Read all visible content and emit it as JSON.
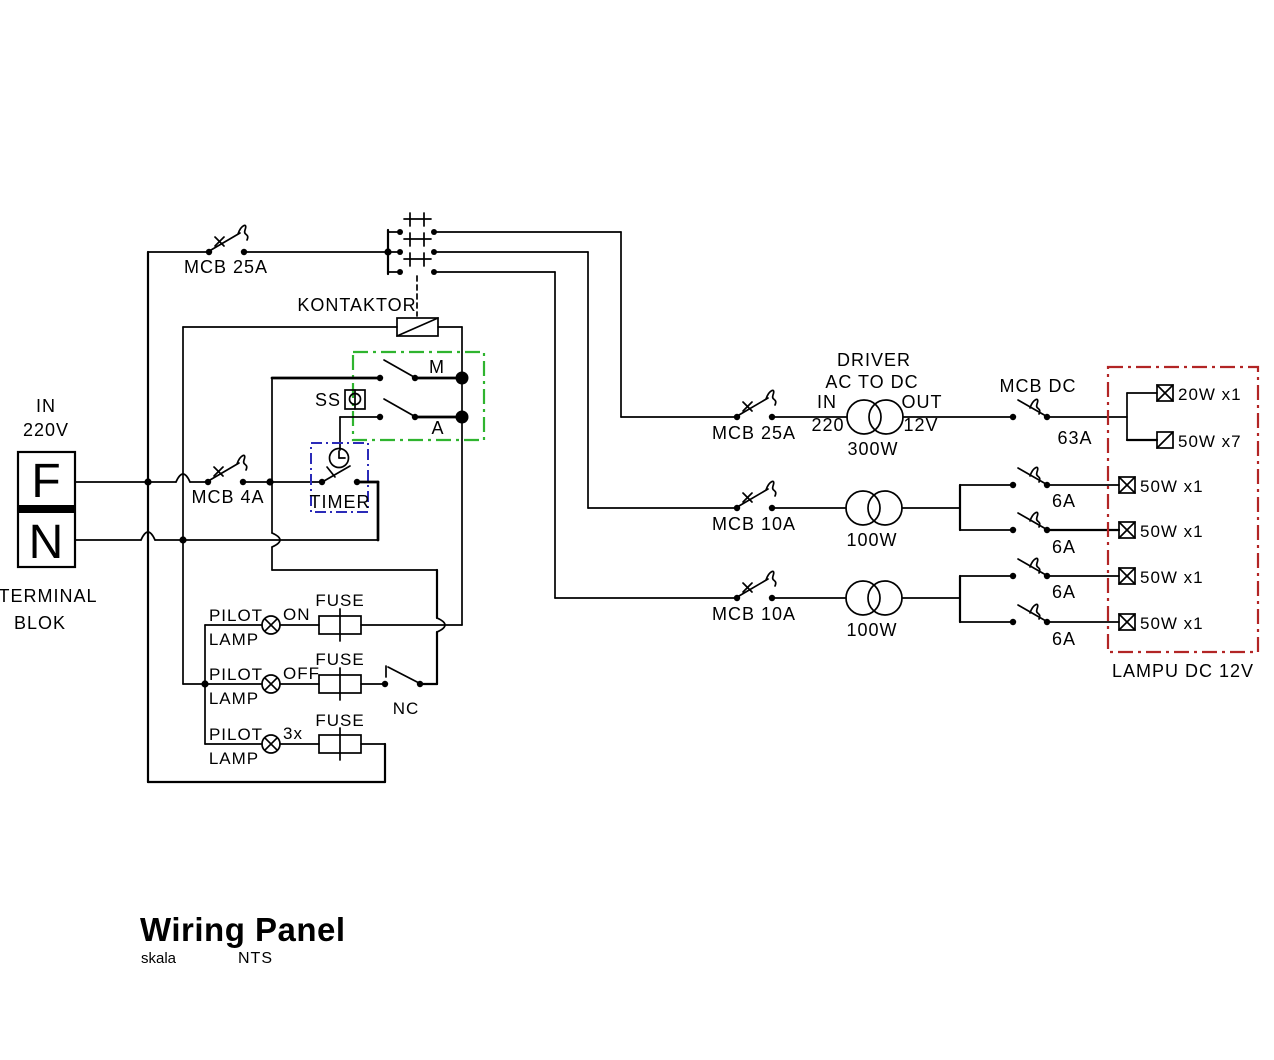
{
  "terminal": {
    "in1": "IN",
    "in2": "220V",
    "f": "F",
    "n": "N",
    "cap1": "TERMINAL",
    "cap2": "BLOK"
  },
  "main": {
    "mcb": "MCB 25A",
    "contactor": "KONTAKTOR"
  },
  "control": {
    "mcb": "MCB 4A",
    "ss": "SS",
    "m": "M",
    "a": "A",
    "timer": "TIMER"
  },
  "pilot": {
    "nc": "NC",
    "rows": [
      {
        "p": "PILOT",
        "l": "LAMP",
        "tag": "ON",
        "fuse": "FUSE"
      },
      {
        "p": "PILOT",
        "l": "LAMP",
        "tag": "OFF",
        "fuse": "FUSE"
      },
      {
        "p": "PILOT",
        "l": "LAMP",
        "tag": "3x",
        "fuse": "FUSE"
      }
    ]
  },
  "driver": {
    "mcb": "MCB 25A",
    "name1": "DRIVER",
    "name2": "AC TO DC",
    "in1": "IN",
    "in2": "220",
    "out1": "OUT",
    "out2": "12V",
    "power": "300W",
    "dc_mcb1": "MCB DC",
    "dc_mcb2": "63A"
  },
  "feeders": [
    {
      "mcb": "MCB 10A",
      "power": "100W",
      "b1": "6A",
      "b2": "6A"
    },
    {
      "mcb": "MCB 10A",
      "power": "100W",
      "b1": "6A",
      "b2": "6A"
    }
  ],
  "lamps": {
    "box": "LAMPU DC 12V",
    "items": [
      "20W x1",
      "50W x7",
      "50W x1",
      "50W x1",
      "50W x1",
      "50W x1"
    ]
  },
  "title": {
    "main": "Wiring Panel",
    "scale_label": "skala",
    "scale_value": "NTS"
  },
  "colors": {
    "wire": "#000000",
    "control_box_green": "#2FB42F",
    "timer_box_blue": "#2B2BB8",
    "lamp_box_red": "#B22525"
  }
}
